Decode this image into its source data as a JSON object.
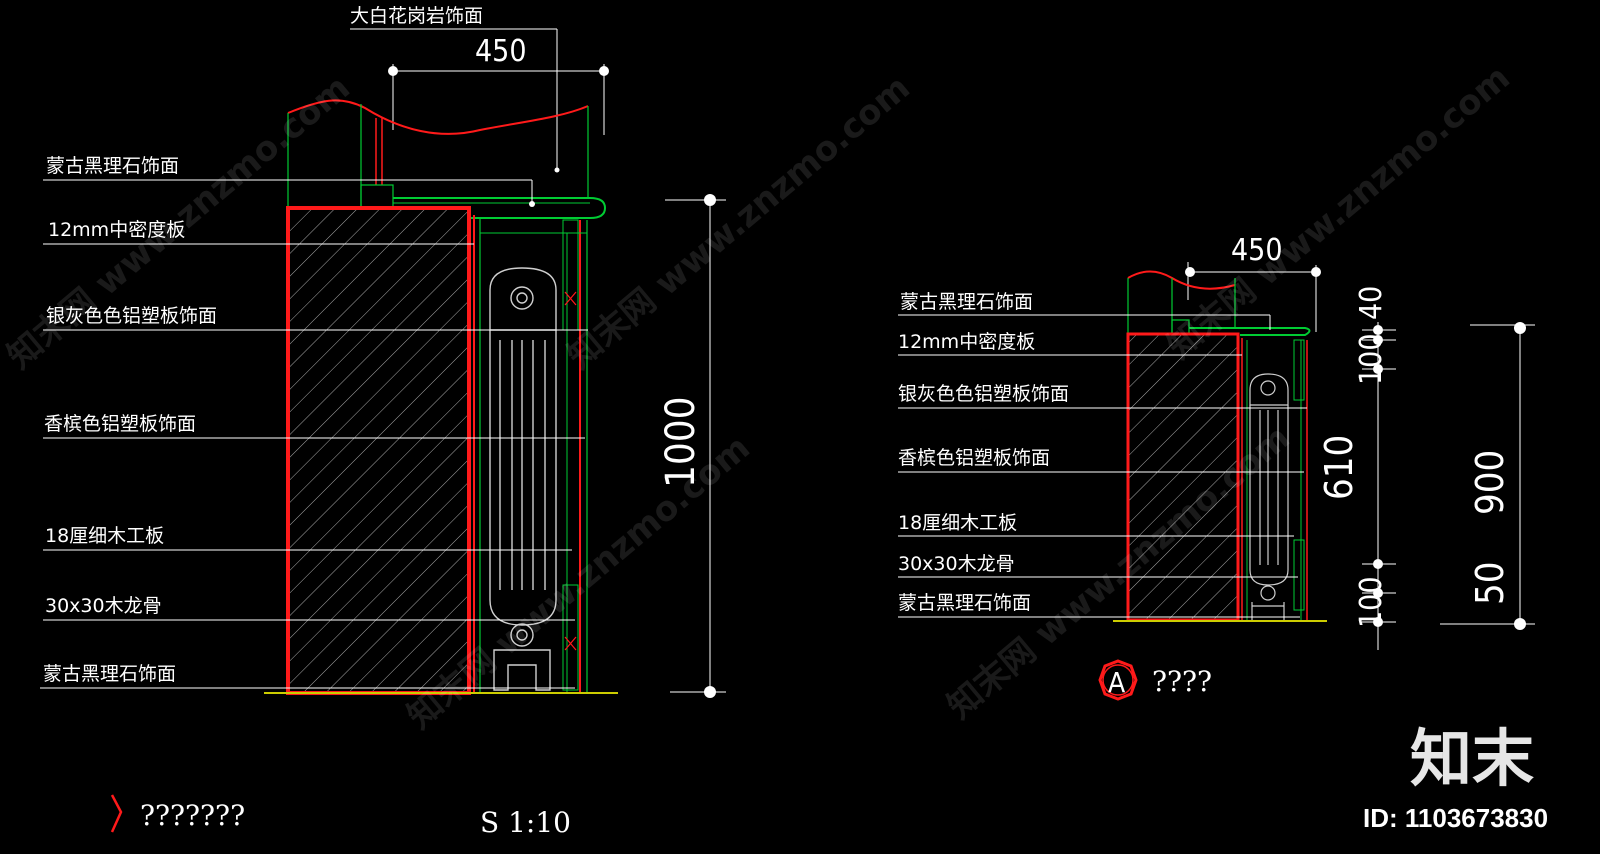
{
  "colors": {
    "background": "#000000",
    "wall_outline": "#ff1a1a",
    "guides": "#00cc33",
    "dimension": "#ffffff",
    "ground": "#cccc00",
    "hatch": "#bdbdbd"
  },
  "left_view": {
    "top_label": "大白花岗岩饰面",
    "top_dim": "450",
    "height_dim": "1000",
    "labels": [
      "蒙古黑理石饰面",
      "12mm中密度板",
      "银灰色色铝塑板饰面",
      "香槟色铝塑板饰面",
      "18厘细木工板",
      "30x30木龙骨",
      "蒙古黑理石饰面"
    ],
    "title": "???????",
    "scale": "S 1:10"
  },
  "right_view": {
    "top_dim": "450",
    "dims_inner": [
      "40",
      "100",
      "610",
      "100",
      "100"
    ],
    "dims_outer": [
      "900",
      "50"
    ],
    "labels": [
      "蒙古黑理石饰面",
      "12mm中密度板",
      "银灰色色铝塑板饰面",
      "香槟色铝塑板饰面",
      "18厘细木工板",
      "30x30木龙骨",
      "蒙古黑理石饰面"
    ],
    "section_mark": "A",
    "section_title": "????"
  },
  "watermark": {
    "text": "知末网 www.znzmo.com",
    "logo": "知末",
    "id": "ID: 1103673830"
  }
}
